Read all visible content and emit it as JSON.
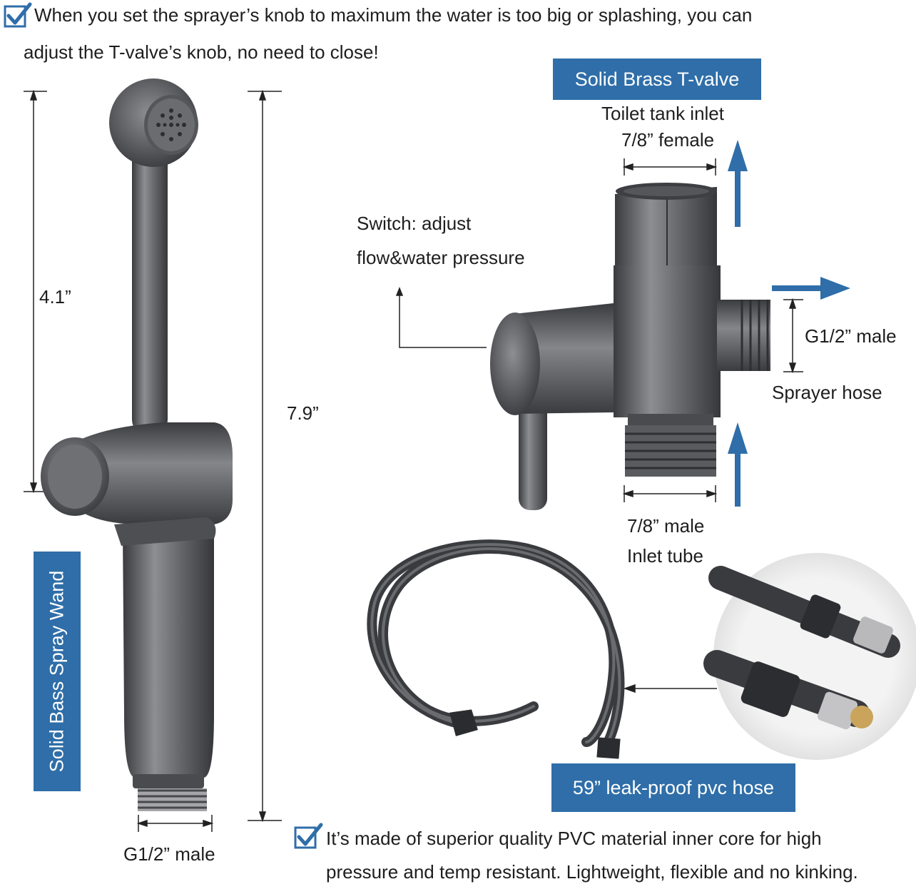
{
  "intro": {
    "line1": "When you set the sprayer’s knob to maximum the water is too big or splashing, you can",
    "line2": "adjust the T-valve’s knob, no need to close!"
  },
  "labels": {
    "tvalve_title": "Solid Brass T-valve",
    "toilet_tank_inlet": "Toilet tank inlet",
    "female_size": "7/8” female",
    "switch_line1": "Switch: adjust",
    "switch_line2": "flow&water pressure",
    "sprayer_outlet": "G1/2” male",
    "sprayer_hose": "Sprayer hose",
    "male_size": "7/8” male",
    "inlet_tube": "Inlet tube",
    "dim_head": "4.1”",
    "dim_total": "7.9”",
    "wand_title": "Solid Bass Spray Wand",
    "wand_thread": "G1/2” male",
    "hose_title": "59” leak-proof pvc hose"
  },
  "bottom_note": {
    "line1": "It’s made of superior quality PVC material inner core for high",
    "line2": "pressure and temp resistant. Lightweight, flexible and no kinking."
  },
  "colors": {
    "accent_blue": "#2f6ea8",
    "metal_dark": "#4a4b4f",
    "metal_light": "#8a8b8f"
  },
  "icons": {
    "check": "checkbox-check-icon",
    "arrow": "arrow-icon"
  }
}
